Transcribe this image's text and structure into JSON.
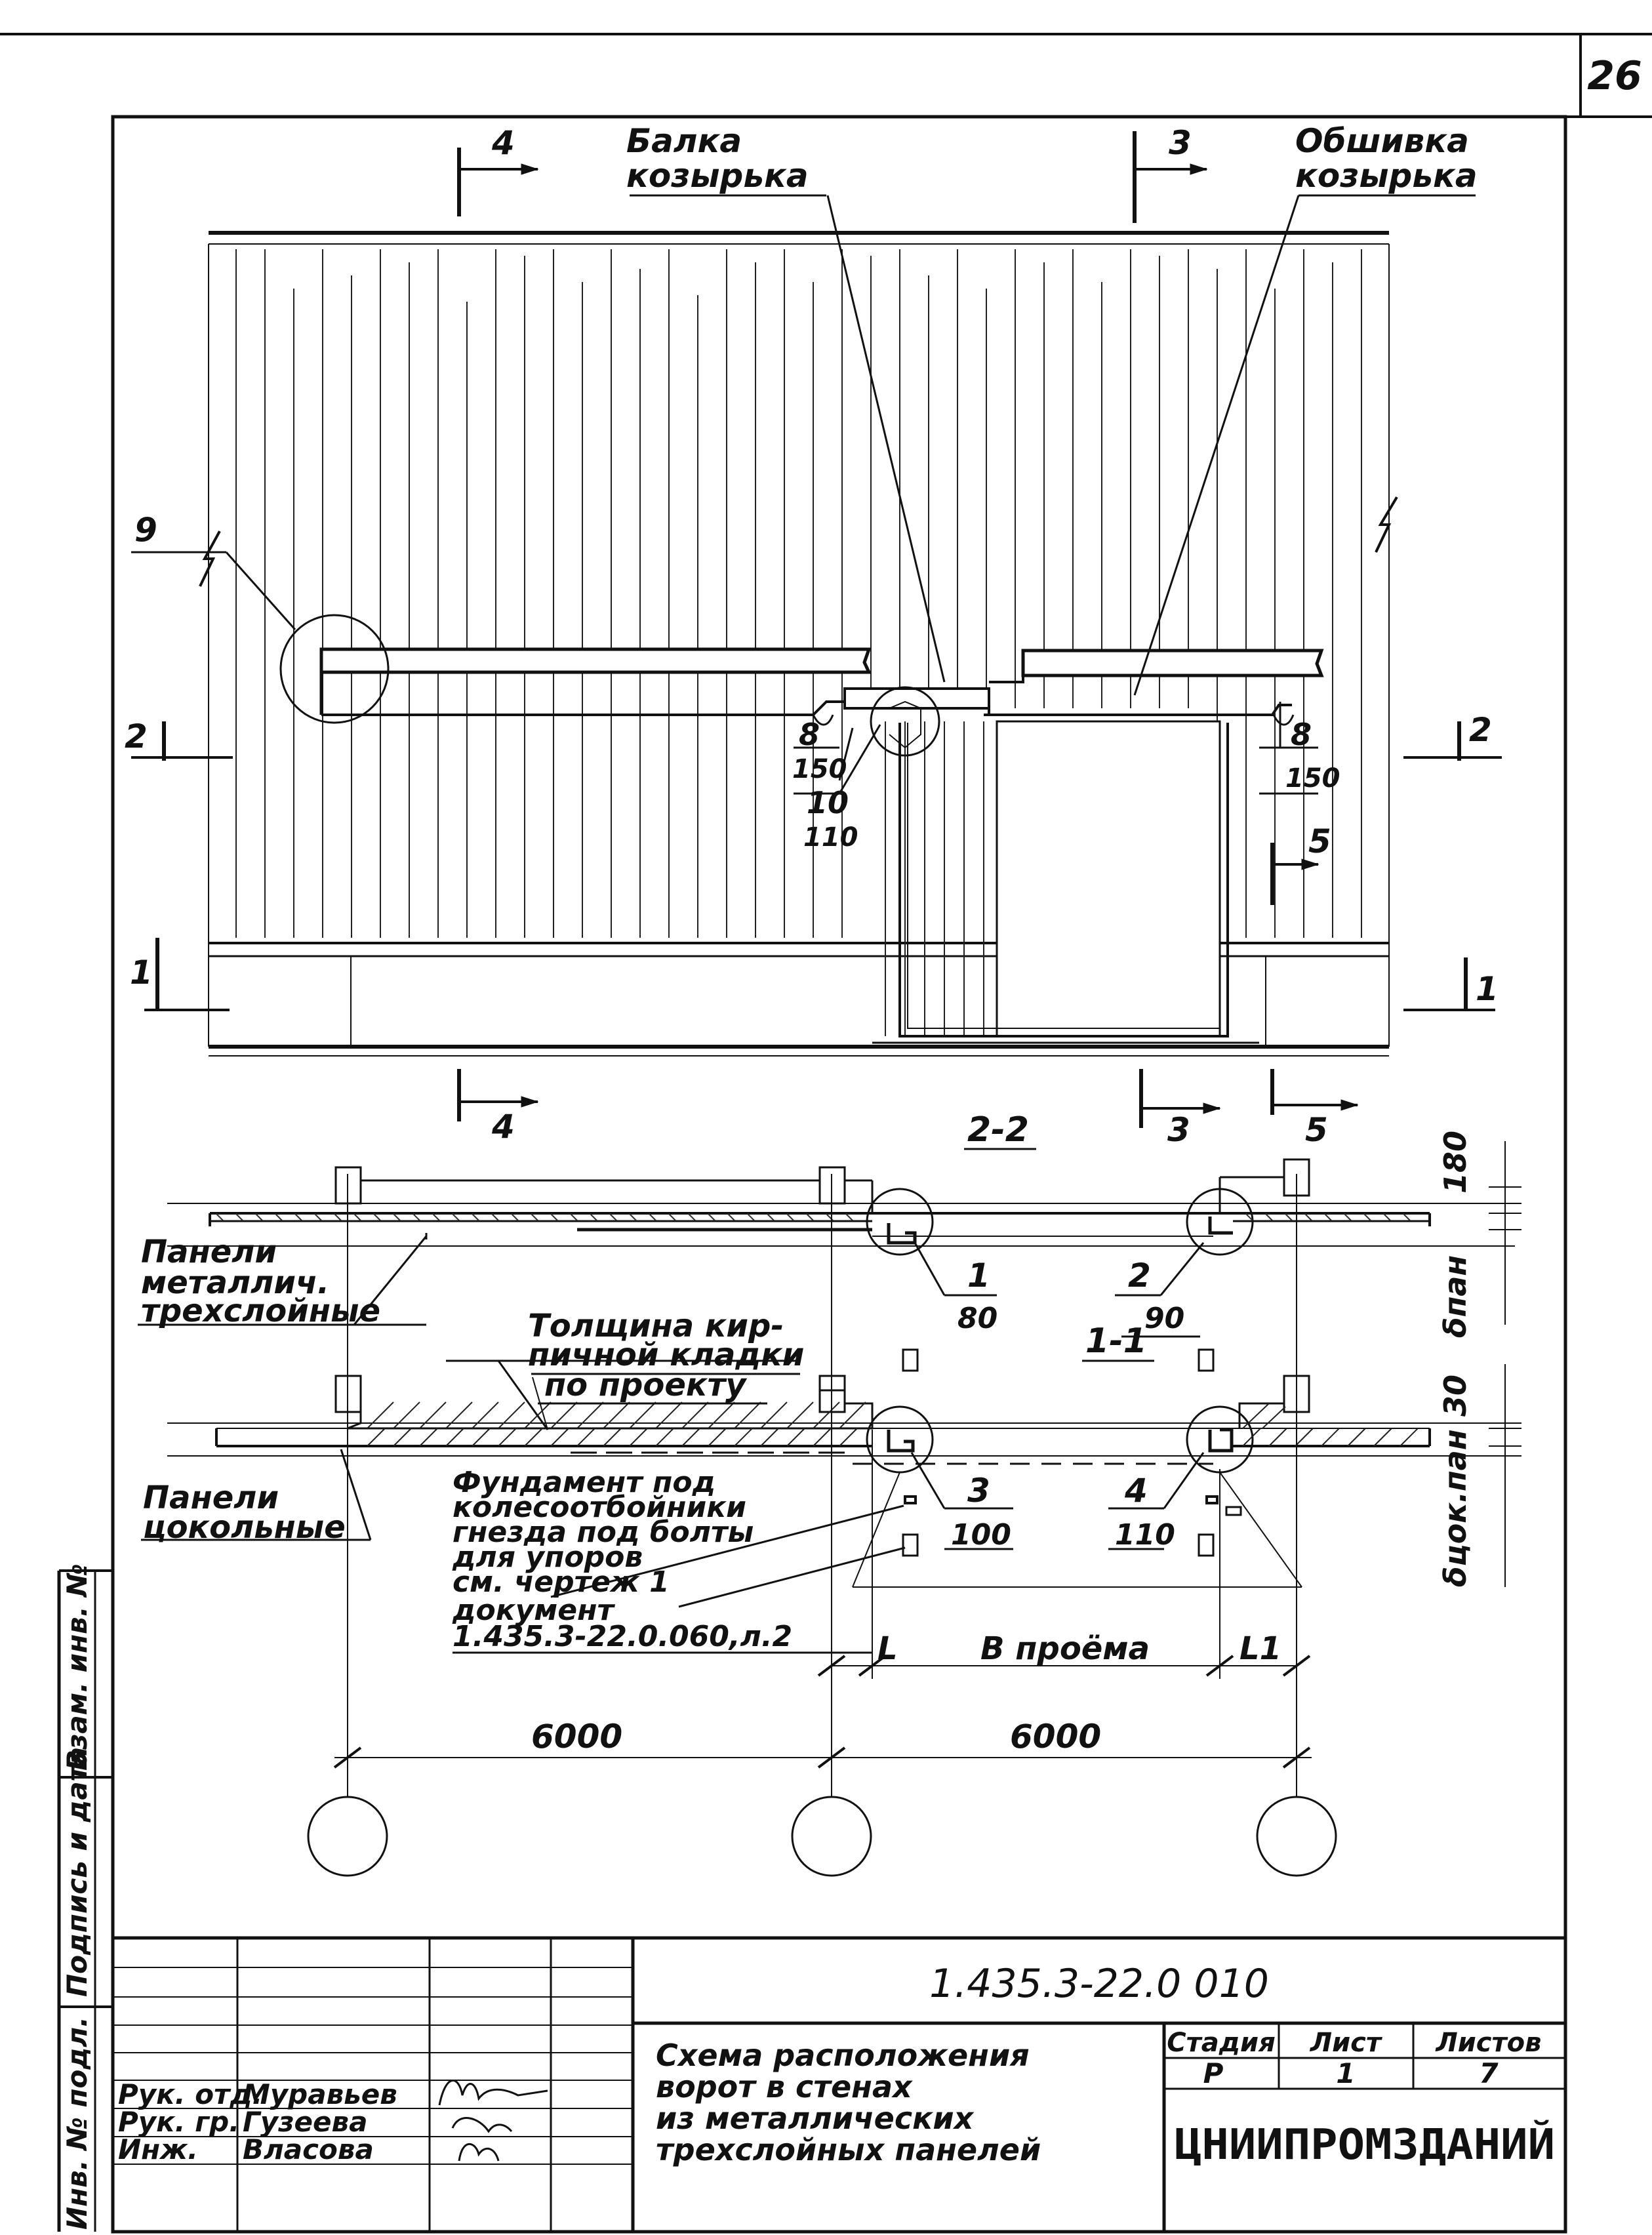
{
  "page_number": "26",
  "elevation": {
    "label_beam": [
      "Балка",
      "козырька"
    ],
    "label_cladding": [
      "Обшивка",
      "козырька"
    ],
    "node_9": "9",
    "node_8_left": "8",
    "node_8_left_sheet": "150",
    "node_10": "10",
    "node_10_sheet": "110",
    "node_8_right": "8",
    "node_8_right_sheet": "150",
    "cut_4": "4",
    "cut_3": "3",
    "cut_5": "5",
    "cut_2": "2",
    "cut_1": "1"
  },
  "plan_2_2": {
    "title": "2-2",
    "panels_label": [
      "Панели",
      "металлич.",
      "трехслойные"
    ],
    "node_1": "1",
    "node_1_sheet": "80",
    "node_2": "2",
    "node_2_sheet": "90",
    "dim_180": "180",
    "dim_delta_pan": "δпан"
  },
  "plan_1_1": {
    "title": "1-1",
    "masonry_label": [
      "Толщина кир-",
      "пичной кладки",
      "по проекту"
    ],
    "plinth_label": [
      "Панели",
      "цокольные"
    ],
    "foundation_note": [
      "Фундамент под",
      "колесоотбойники",
      "гнезда под болты",
      "для упоров",
      "см. чертеж 1",
      "документ",
      "1.435.3-22.0.060,л.2"
    ],
    "node_3": "3",
    "node_3_sheet": "100",
    "node_4": "4",
    "node_4_sheet": "110",
    "dim_30": "30",
    "dim_delta_tsok": "δцок.пан",
    "dim_l": "L",
    "dim_opening": "В проёма",
    "dim_l1": "L1",
    "span_left": "6000",
    "span_right": "6000"
  },
  "left_strip": [
    "Инв. № подл.",
    "Подпись и дата",
    "Взам. инв. №"
  ],
  "title_block": {
    "document_code": "1.435.3-22.0 010",
    "roles": [
      "Рук. отд.",
      "Рук. гр.",
      "Инж."
    ],
    "names": [
      "Муравьев",
      "Гузеева",
      "Власова"
    ],
    "title": [
      "Схема расположения",
      "ворот в стенах",
      "из металлических",
      "трехслойных панелей"
    ],
    "stage_header": "Стадия",
    "sheet_header": "Лист",
    "sheets_header": "Листов",
    "stage": "Р",
    "sheet": "1",
    "sheets": "7",
    "organization": "ЦНИИПРОМЗДАНИЙ"
  }
}
